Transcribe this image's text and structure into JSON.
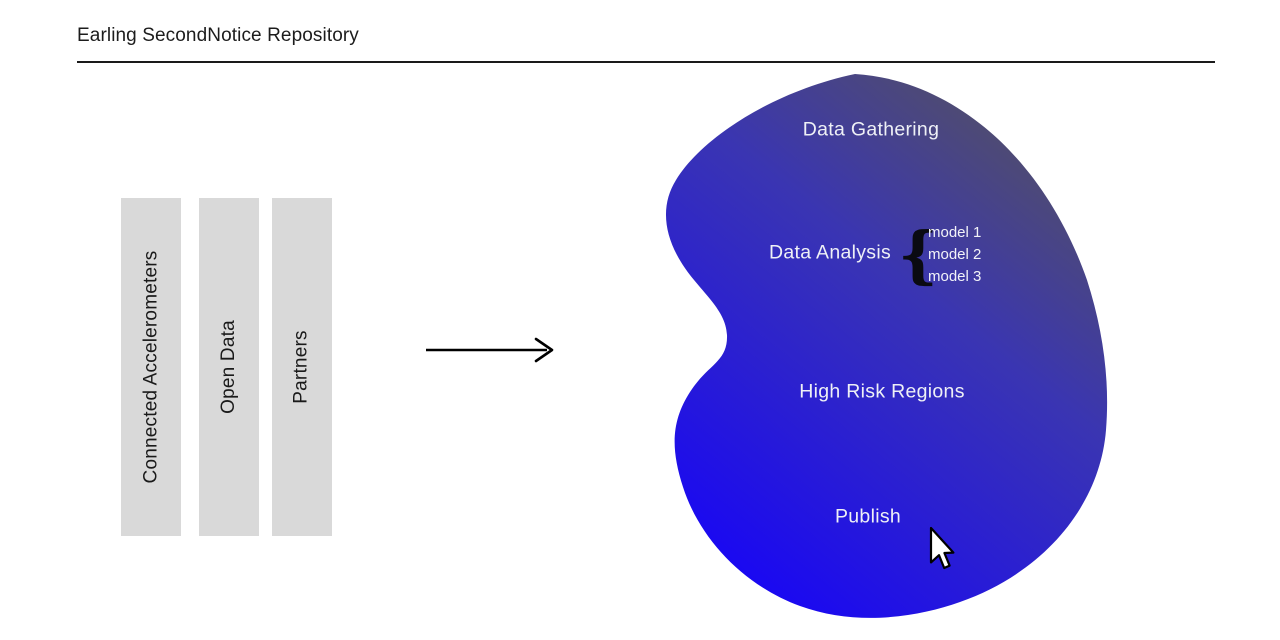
{
  "header": {
    "title": "Earling SecondNotice Repository"
  },
  "sources": {
    "items": [
      {
        "label": "Connected Accelerometers"
      },
      {
        "label": "Open Data"
      },
      {
        "label": "Partners"
      }
    ]
  },
  "flow": {
    "steps": [
      "Data Gathering",
      "Data Analysis",
      "High Risk Regions",
      "Publish"
    ],
    "brace": "{",
    "models": [
      "model 1",
      "model 2",
      "model 3"
    ]
  },
  "icons": {
    "arrow": "arrow-right-icon",
    "cursor": "cursor-icon"
  },
  "colors": {
    "blob_bottom_left": "#1400fe",
    "blob_mid": "#3a35b2",
    "blob_top_right": "#56535b",
    "bar_background": "#d9d9d9",
    "text_dark": "#1a1a1a",
    "text_light": "#eef0f6",
    "brace": "#0a0a12",
    "arrow": "#000000"
  }
}
